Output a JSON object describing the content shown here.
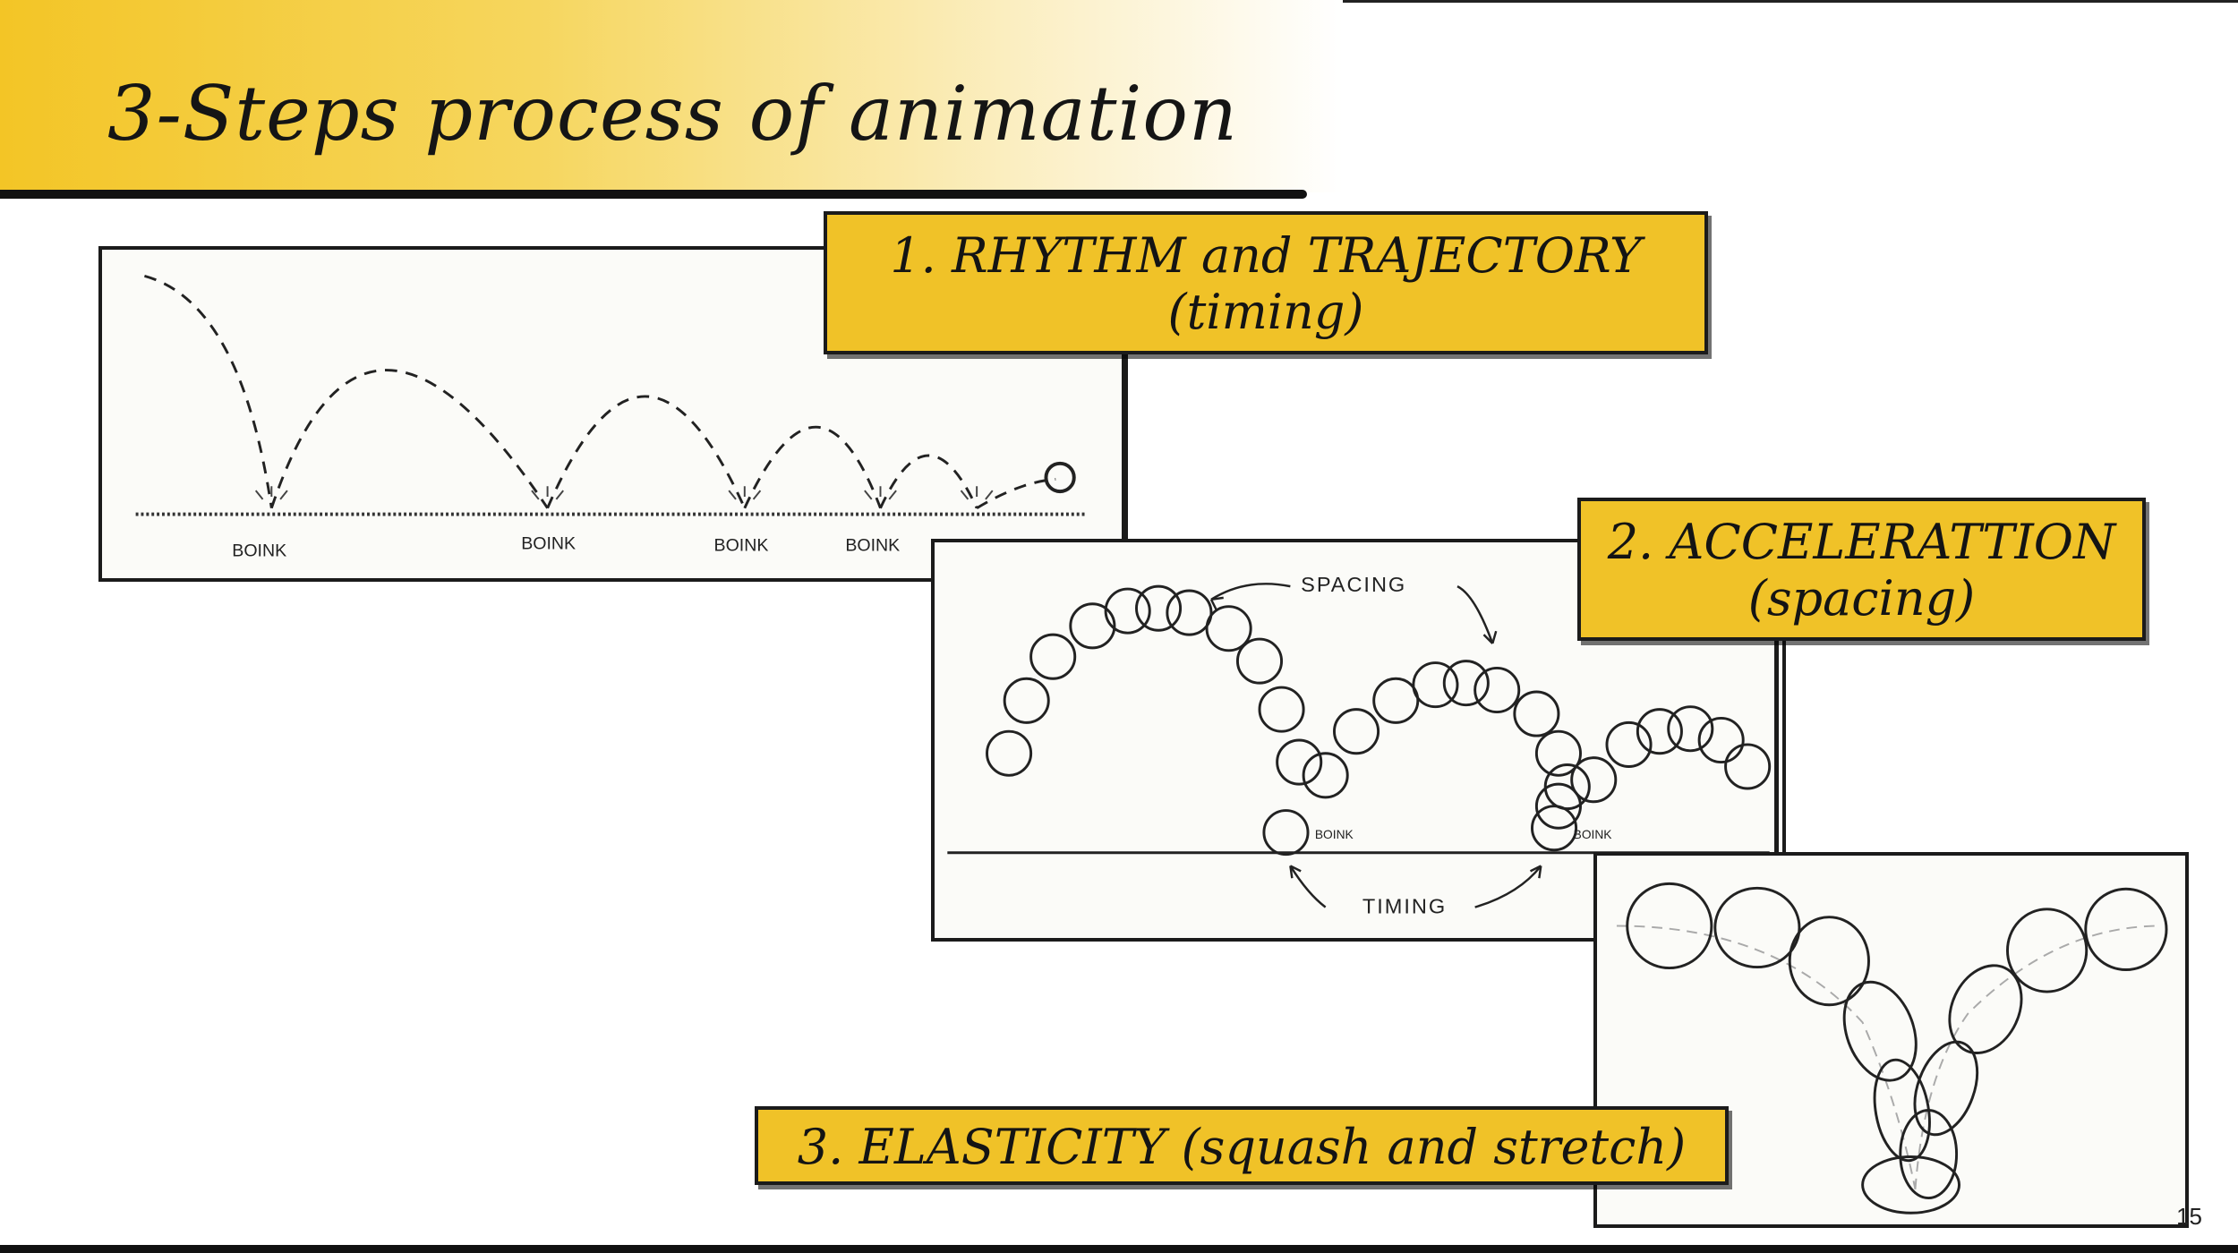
{
  "slide": {
    "title": "3-Steps process of animation",
    "page_number": "15"
  },
  "steps": [
    {
      "line1": "1. RHYTHM  and TRAJECTORY",
      "line2": "(timing)"
    },
    {
      "line1": "2. ACCELERATTION",
      "line2": "(spacing)"
    },
    {
      "line1": "3. ELASTICITY (squash and stretch)"
    }
  ],
  "sketch_labels": {
    "impact": "BOINK",
    "spacing": "SPACING",
    "timing": "TIMING"
  },
  "colors": {
    "accent_yellow": "#f0c228",
    "ink": "#1b1b1b"
  }
}
